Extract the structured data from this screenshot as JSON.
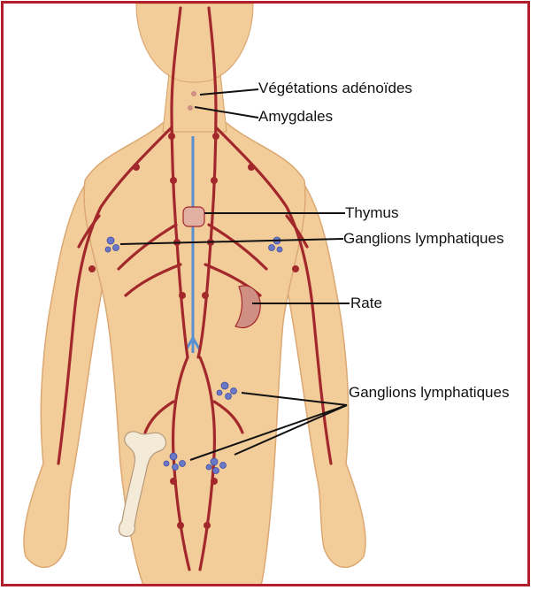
{
  "diagram": {
    "labels": {
      "adenoids": "Végétations adénoïdes",
      "tonsils": "Amygdales",
      "thymus": "Thymus",
      "lymph_nodes_upper": "Ganglions lymphatiques",
      "spleen": "Rate",
      "lymph_nodes_lower": "Ganglions lymphatiques"
    },
    "colors": {
      "frame": "#b41f2c",
      "skin": "#f2cd9a",
      "skin_shadow": "#dba873",
      "vessel": "#a3282c",
      "thoracic_duct": "#5a8fcf",
      "node": "#6a78c8",
      "organ": "#cf8f82"
    }
  }
}
